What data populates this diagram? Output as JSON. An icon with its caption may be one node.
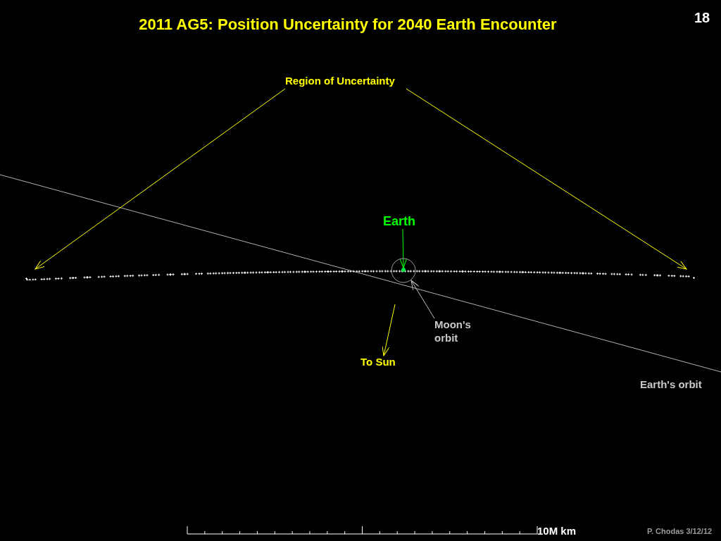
{
  "diagram": {
    "title": "2011 AG5: Position Uncertainty for 2040 Earth Encounter",
    "nodes": [
      {
        "text": [
          "Region of Uncertainty"
        ]
      },
      {
        "text": [],
        "shape": "bar"
      },
      {
        "text": [
          "Earth"
        ]
      },
      {
        "text": [],
        "shape": "circle"
      },
      {
        "text": [],
        "shape": "circle",
        "in": 3
      },
      {
        "text": [
          "Moon's orbit"
        ]
      },
      {
        "text": [
          "To Sun"
        ]
      }
    ],
    "edges": [
      {
        "from": 0,
        "to": 1,
        "arrow": "to"
      },
      {
        "from": 0,
        "to": 1,
        "arrow": "to"
      },
      {
        "from": 2,
        "to": 4,
        "arrow": "to",
        "color": "#00ff00"
      },
      {
        "from": 5,
        "to": 3,
        "arrow": "to",
        "color": "#c0c0c0"
      },
      {
        "from": null,
        "to": 6,
        "arrow": "to"
      }
    ],
    "labels": [
      "18",
      "Earth's orbit",
      "10M km",
      "P. Chodas 3/12/12"
    ]
  }
}
